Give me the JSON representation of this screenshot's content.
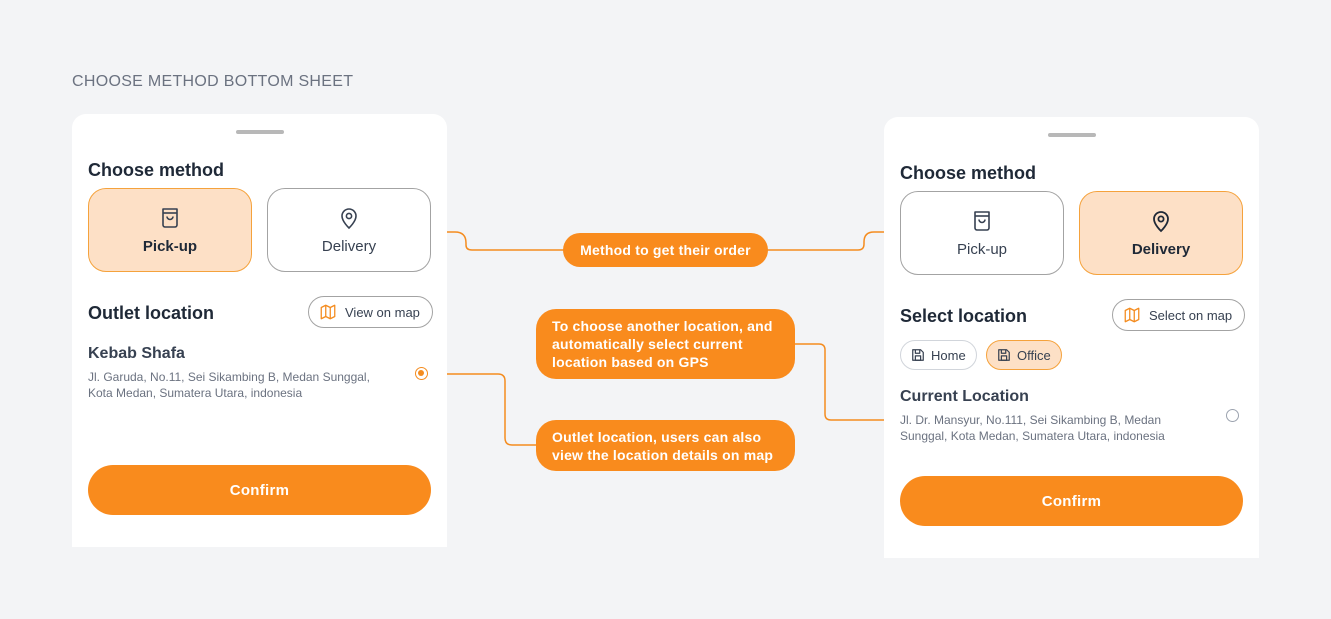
{
  "section_title": "CHOOSE METHOD BOTTOM SHEET",
  "left_sheet": {
    "title": "Choose method",
    "methods": [
      {
        "label": "Pick-up",
        "icon": "shopping-bag-icon",
        "selected": true
      },
      {
        "label": "Delivery",
        "icon": "map-pin-icon",
        "selected": false
      }
    ],
    "location_title": "Outlet location",
    "map_button": "View on map",
    "outlet_name": "Kebab Shafa",
    "outlet_address": "Jl. Garuda, No.11, Sei Sikambing B, Medan Sunggal, Kota Medan, Sumatera Utara, indonesia",
    "confirm": "Confirm"
  },
  "right_sheet": {
    "title": "Choose method",
    "methods": [
      {
        "label": "Pick-up",
        "icon": "shopping-bag-icon",
        "selected": false
      },
      {
        "label": "Delivery",
        "icon": "map-pin-icon",
        "selected": true
      }
    ],
    "location_title": "Select location",
    "map_button": "Select on map",
    "saved_places": [
      {
        "label": "Home",
        "icon": "save-icon",
        "selected": false
      },
      {
        "label": "Office",
        "icon": "save-icon",
        "selected": true
      }
    ],
    "current_location_title": "Current Location",
    "current_location_address": "Jl. Dr. Mansyur, No.111, Sei Sikambing B, Medan Sunggal, Kota Medan, Sumatera Utara, indonesia",
    "confirm": "Confirm"
  },
  "callouts": {
    "method": "Method to get their order",
    "location": "To choose another location, and automatically select current location based on GPS",
    "outlet": "Outlet location, users can also view the location details on map"
  },
  "colors": {
    "accent": "#f98b1d",
    "accent_light": "#fde0c6",
    "background": "#f3f4f6"
  }
}
